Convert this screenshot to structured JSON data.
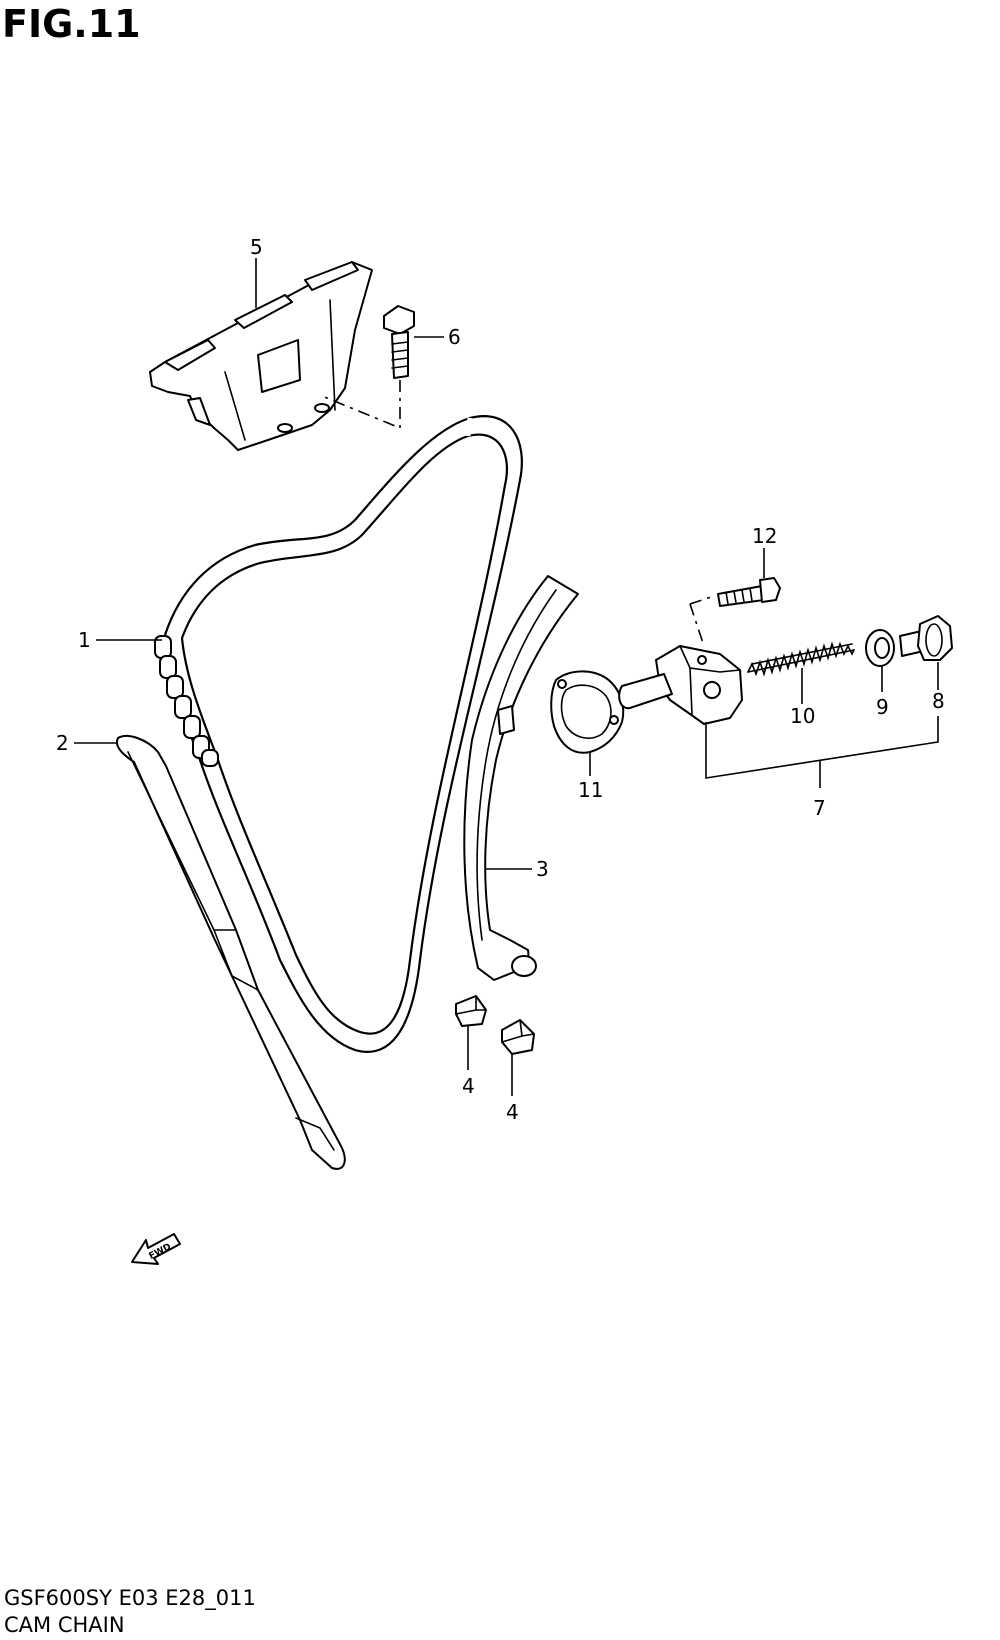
{
  "figure": {
    "title": "FIG.11"
  },
  "callouts": [
    {
      "id": "1",
      "label": "1"
    },
    {
      "id": "2",
      "label": "2"
    },
    {
      "id": "3",
      "label": "3"
    },
    {
      "id": "4a",
      "label": "4"
    },
    {
      "id": "4b",
      "label": "4"
    },
    {
      "id": "5",
      "label": "5"
    },
    {
      "id": "6",
      "label": "6"
    },
    {
      "id": "7",
      "label": "7"
    },
    {
      "id": "8",
      "label": "8"
    },
    {
      "id": "9",
      "label": "9"
    },
    {
      "id": "10",
      "label": "10"
    },
    {
      "id": "11",
      "label": "11"
    },
    {
      "id": "12",
      "label": "12"
    }
  ],
  "direction_badge": {
    "label": "FWD"
  },
  "footer": {
    "code": "GSF600SY E03 E28_011",
    "name": "CAM CHAIN"
  }
}
